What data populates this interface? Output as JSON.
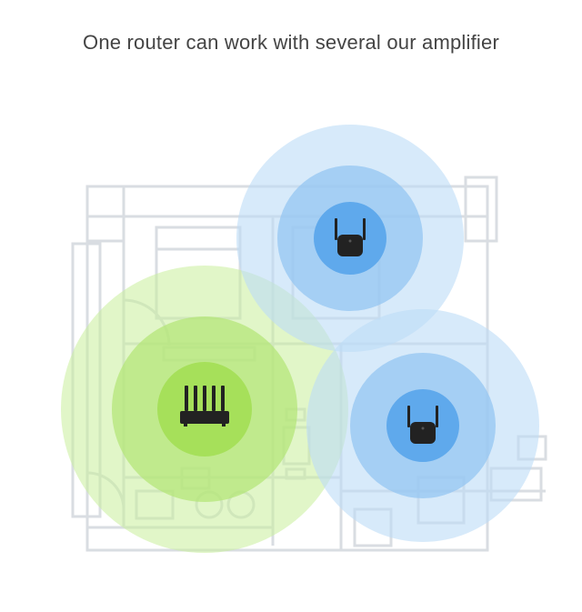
{
  "headline": "One router can work with several our amplifier",
  "colors": {
    "router_zone": "#c8ef9a",
    "router_core": "#a6e05a",
    "amplifier_zone": "#bcdcf7",
    "amplifier_core": "#5fa9ec",
    "device": "#222222",
    "floorplan_line": "#d9dde2"
  },
  "devices": [
    {
      "name": "router",
      "icon": "router-icon"
    },
    {
      "name": "amplifier-top",
      "icon": "wifi-extender-icon"
    },
    {
      "name": "amplifier-bottom",
      "icon": "wifi-extender-icon"
    }
  ]
}
